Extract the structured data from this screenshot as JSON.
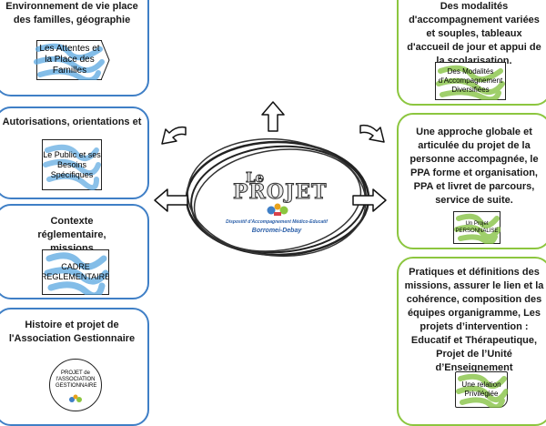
{
  "left": {
    "box1": {
      "text": "Environnement de vie place des familles, géographie",
      "card": "Les Attentes et la Place des Familles"
    },
    "box2": {
      "text": "Autorisations, orientations et",
      "card": "Le Public et ses Besoins Spécifiques"
    },
    "box3": {
      "text": "Contexte réglementaire, missions",
      "card": "CADRE REGLEMENTAIRE"
    },
    "box4": {
      "text": "Histoire et projet de l'Association Gestionnaire",
      "card": "PROJET de l'ASSOCIATION GESTIONNAIRE"
    }
  },
  "right": {
    "box1": {
      "text": "Des modalités d'accompagnement variées et souples, tableaux d'accueil de jour et appui de la scolarisation.",
      "card": "Des Modalités d'Accompagnement Diversifiées"
    },
    "box2": {
      "text": "Une approche globale et articulée du projet de la personne accompagnée, le PPA forme et organisation, PPA et livret de parcours, service de suite.",
      "card": "Un Projet PERSONNALISE"
    },
    "box3": {
      "text": "Pratiques et définitions des missions, assurer le lien et la cohérence, composition des équipes organigramme, Les projets d’intervention : Educatif et Thérapeutique, Projet de l’Unité d’Enseignement",
      "card": "Une relation Privilégiée"
    }
  },
  "center": {
    "le": "Le",
    "projet": "PROJET",
    "logo_line": "Dispositif d'Accompagnement Médico-Educatif",
    "logo_name": "Borromei-Debay"
  },
  "colors": {
    "blue": "#3f7fc6",
    "green": "#8cc63f",
    "scribble_blue": "#5aa7e0",
    "scribble_green": "#7fbf3a"
  }
}
